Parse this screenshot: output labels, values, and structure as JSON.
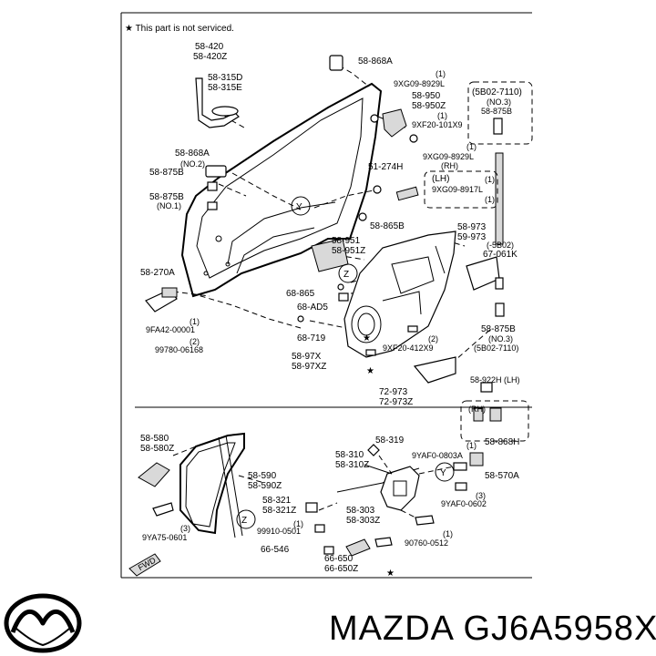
{
  "note": "★ This part is not serviced.",
  "brand": {
    "text": "MAZDA GJ6A5958X",
    "logo_name": "Mazda"
  },
  "callouts": {
    "y": "Y",
    "z": "Z",
    "fwd": "FWD"
  },
  "labels": [
    {
      "id": "l1a",
      "text": "58-420"
    },
    {
      "id": "l1b",
      "text": "58-420Z"
    },
    {
      "id": "l2",
      "text": "58-868A"
    },
    {
      "id": "l3a",
      "text": "58-315D"
    },
    {
      "id": "l3b",
      "text": "58-315E"
    },
    {
      "id": "l4a",
      "text": "(1)"
    },
    {
      "id": "l4b",
      "text": "9XG09-8929L"
    },
    {
      "id": "l5a",
      "text": "58-950"
    },
    {
      "id": "l5b",
      "text": "58-950Z"
    },
    {
      "id": "l6a",
      "text": "(1)"
    },
    {
      "id": "l6b",
      "text": "9XF20-101X9"
    },
    {
      "id": "l7a",
      "text": "(5B02-7110)"
    },
    {
      "id": "l7b",
      "text": "(NO.3)"
    },
    {
      "id": "l7c",
      "text": "58-875B"
    },
    {
      "id": "l8",
      "text": "58-868A"
    },
    {
      "id": "l9a",
      "text": "(NO.2)"
    },
    {
      "id": "l9b",
      "text": "58-875B"
    },
    {
      "id": "l10a",
      "text": "(1)"
    },
    {
      "id": "l10b",
      "text": "9XG09-8929L"
    },
    {
      "id": "l10c",
      "text": "(RH)"
    },
    {
      "id": "l11",
      "text": "51-274H"
    },
    {
      "id": "l12a",
      "text": "(LH)"
    },
    {
      "id": "l12b",
      "text": "(1)"
    },
    {
      "id": "l12c",
      "text": "9XG09-8917L"
    },
    {
      "id": "l12d",
      "text": "(1)"
    },
    {
      "id": "l13a",
      "text": "58-875B"
    },
    {
      "id": "l13b",
      "text": "(NO.1)"
    },
    {
      "id": "l14",
      "text": "58-865B"
    },
    {
      "id": "l15a",
      "text": "58-973"
    },
    {
      "id": "l15b",
      "text": "59-973"
    },
    {
      "id": "l16a",
      "text": "58-951"
    },
    {
      "id": "l16b",
      "text": "58-951Z"
    },
    {
      "id": "l17a",
      "text": "(-5B02)"
    },
    {
      "id": "l17b",
      "text": "67-061K"
    },
    {
      "id": "l18",
      "text": "58-270A"
    },
    {
      "id": "l19",
      "text": "68-865"
    },
    {
      "id": "l20",
      "text": "68-AD5"
    },
    {
      "id": "l21a",
      "text": "(1)"
    },
    {
      "id": "l21b",
      "text": "9FA42-00001"
    },
    {
      "id": "l22a",
      "text": "(2)"
    },
    {
      "id": "l22b",
      "text": "99780-06168"
    },
    {
      "id": "l23",
      "text": "68-719"
    },
    {
      "id": "l24a",
      "text": "58-97X"
    },
    {
      "id": "l24b",
      "text": "58-97XZ"
    },
    {
      "id": "l25a",
      "text": "(2)"
    },
    {
      "id": "l25b",
      "text": "9XF20-412X9"
    },
    {
      "id": "l26a",
      "text": "58-875B"
    },
    {
      "id": "l26b",
      "text": "(NO.3)"
    },
    {
      "id": "l26c",
      "text": "(5B02-7110)"
    },
    {
      "id": "l27",
      "text": "58-922H (LH)"
    },
    {
      "id": "l28a",
      "text": "72-973"
    },
    {
      "id": "l28b",
      "text": "72-973Z"
    },
    {
      "id": "l29",
      "text": "(RH)"
    },
    {
      "id": "l30",
      "text": "58-868H"
    },
    {
      "id": "l31a",
      "text": "58-580"
    },
    {
      "id": "l31b",
      "text": "58-580Z"
    },
    {
      "id": "l32",
      "text": "58-319"
    },
    {
      "id": "l33a",
      "text": "(1)"
    },
    {
      "id": "l33b",
      "text": "9YAF0-0803A"
    },
    {
      "id": "l34a",
      "text": "58-310"
    },
    {
      "id": "l34b",
      "text": "58-310Z"
    },
    {
      "id": "l35",
      "text": "58-570A"
    },
    {
      "id": "l36a",
      "text": "58-590"
    },
    {
      "id": "l36b",
      "text": "58-590Z"
    },
    {
      "id": "l37a",
      "text": "(3)"
    },
    {
      "id": "l37b",
      "text": "9YAF0-0602"
    },
    {
      "id": "l38a",
      "text": "58-321"
    },
    {
      "id": "l38b",
      "text": "58-321Z"
    },
    {
      "id": "l39a",
      "text": "58-303"
    },
    {
      "id": "l39b",
      "text": "58-303Z"
    },
    {
      "id": "l40a",
      "text": "(1)"
    },
    {
      "id": "l40b",
      "text": "99910-0501"
    },
    {
      "id": "l41a",
      "text": "(3)"
    },
    {
      "id": "l41b",
      "text": "9YA75-0601"
    },
    {
      "id": "l42a",
      "text": "(1)"
    },
    {
      "id": "l42b",
      "text": "90760-0512"
    },
    {
      "id": "l43",
      "text": "66-546"
    },
    {
      "id": "l44a",
      "text": "66-650"
    },
    {
      "id": "l44b",
      "text": "66-650Z"
    }
  ]
}
